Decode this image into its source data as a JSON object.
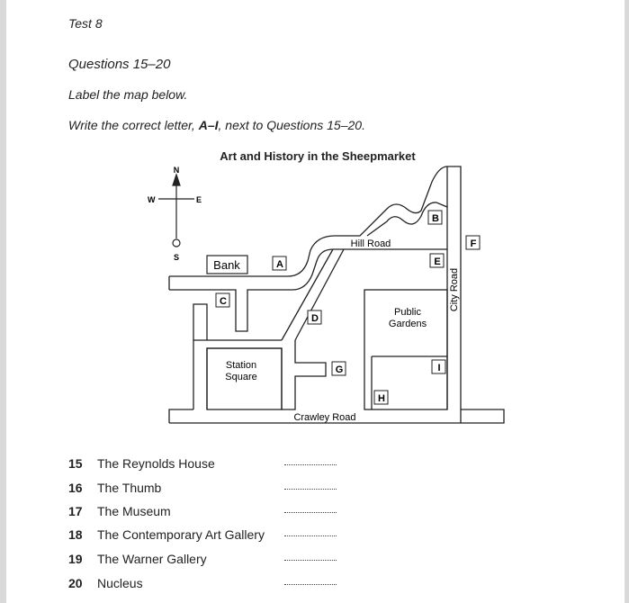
{
  "header": {
    "test_label": "Test 8",
    "question_range": "Questions 15–20",
    "instruction_1": "Label the map below.",
    "instruction_2_prefix": "Write the correct letter, ",
    "instruction_2_bold": "A–I",
    "instruction_2_suffix": ", next to Questions 15–20."
  },
  "map": {
    "title": "Art and History in the Sheepmarket",
    "compass": {
      "n": "N",
      "s": "S",
      "e": "E",
      "w": "W"
    },
    "places": {
      "bank": "Bank",
      "station_square": [
        "Station",
        "Square"
      ],
      "public_gardens": [
        "Public",
        "Gardens"
      ]
    },
    "roads": {
      "hill_road": "Hill Road",
      "city_road": "City Road",
      "crawley_road": "Crawley Road"
    },
    "letters": [
      "A",
      "B",
      "C",
      "D",
      "E",
      "F",
      "G",
      "H",
      "I"
    ]
  },
  "questions": [
    {
      "number": "15",
      "text": "The Reynolds House"
    },
    {
      "number": "16",
      "text": "The Thumb"
    },
    {
      "number": "17",
      "text": "The Museum"
    },
    {
      "number": "18",
      "text": "The Contemporary Art Gallery"
    },
    {
      "number": "19",
      "text": "The Warner Gallery"
    },
    {
      "number": "20",
      "text": "Nucleus"
    }
  ]
}
